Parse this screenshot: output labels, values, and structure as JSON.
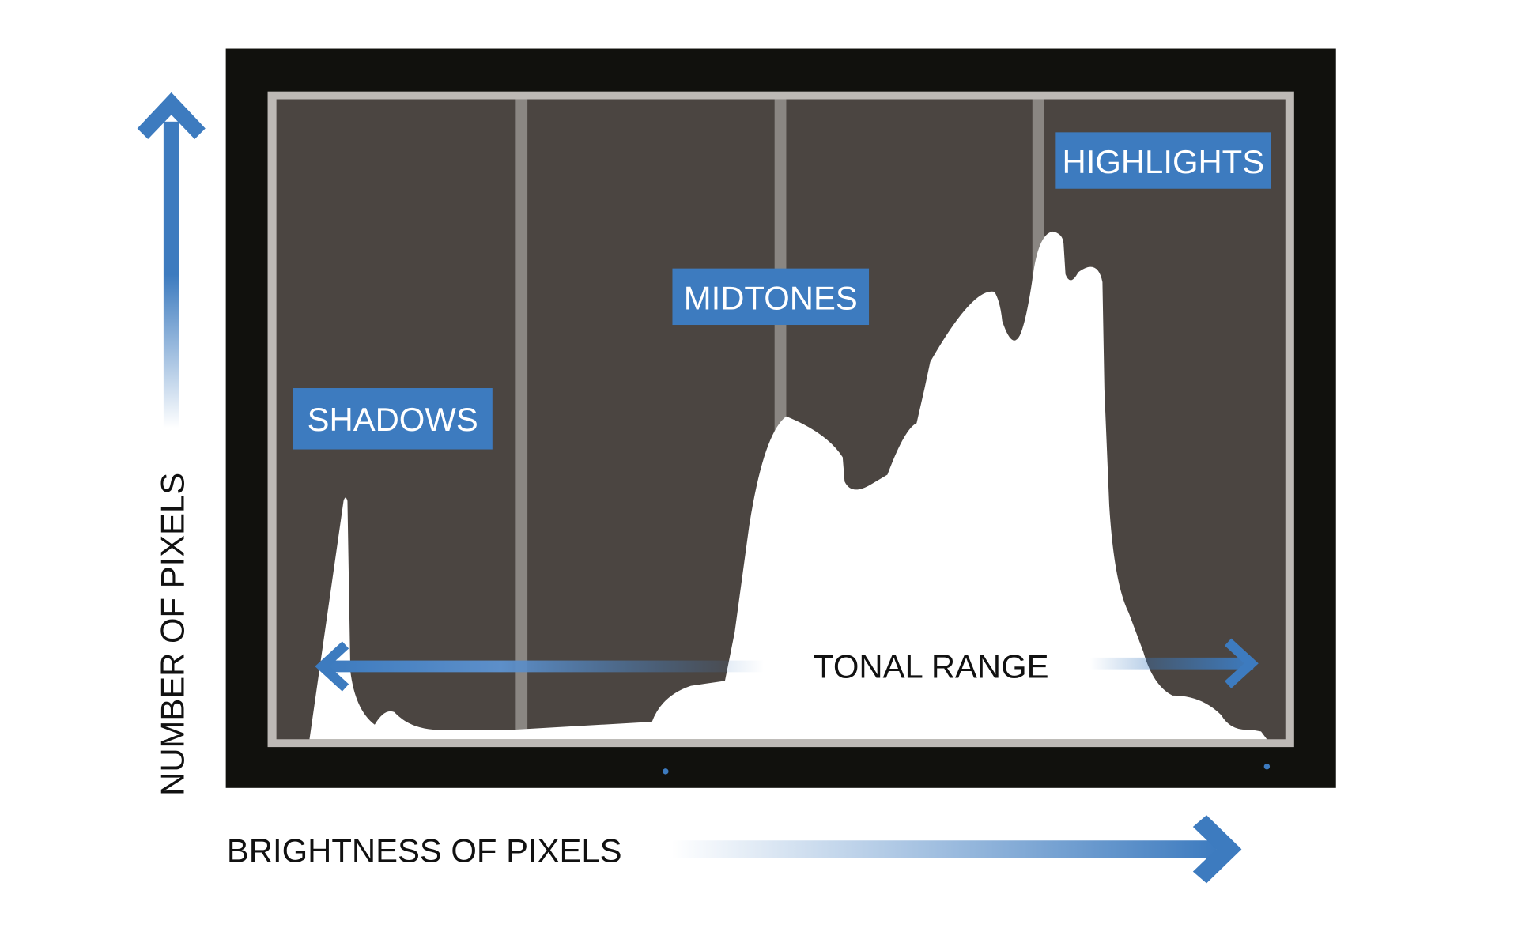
{
  "labels": {
    "shadows": "SHADOWS",
    "midtones": "MIDTONES",
    "highlights": "HIGHLIGHTS",
    "tonal_range": "TONAL RANGE",
    "y_axis": "NUMBER OF PIXELS",
    "x_axis": "BRIGHTNESS OF PIXELS"
  },
  "colors": {
    "accent_blue": "#3d7bbf",
    "frame": "#11110d",
    "plot_background": "#4b4541",
    "divider": "#8a8682",
    "histogram": "#ffffff"
  },
  "icons": {
    "y_arrow": "arrow-up-icon",
    "x_arrow": "arrow-right-icon",
    "tonal_left": "arrow-left-icon",
    "tonal_right": "arrow-right-icon"
  }
}
